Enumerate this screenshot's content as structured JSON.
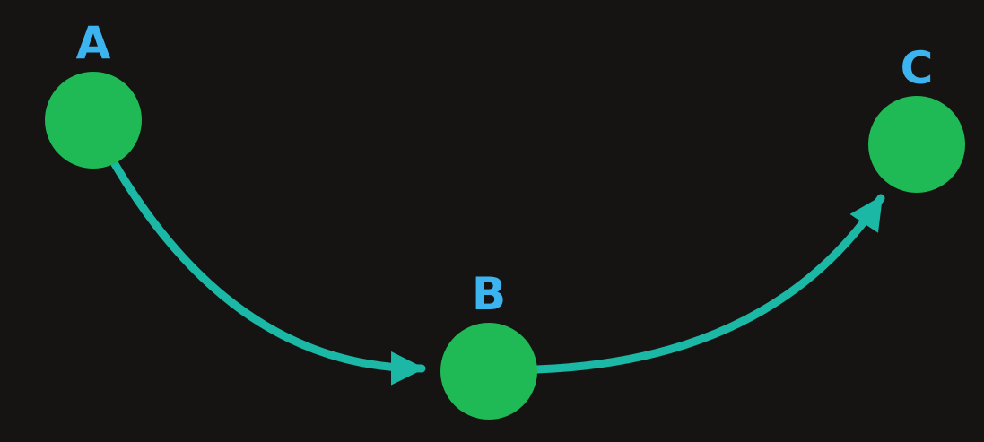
{
  "colors": {
    "background": "#161413",
    "node_fill": "#1fba55",
    "edge": "#1bb8a6",
    "label": "#3cb4f0"
  },
  "nodes": [
    {
      "id": "A",
      "label": "A"
    },
    {
      "id": "B",
      "label": "B"
    },
    {
      "id": "C",
      "label": "C"
    }
  ],
  "edges": [
    {
      "from": "A",
      "to": "B"
    },
    {
      "from": "B",
      "to": "C"
    }
  ]
}
